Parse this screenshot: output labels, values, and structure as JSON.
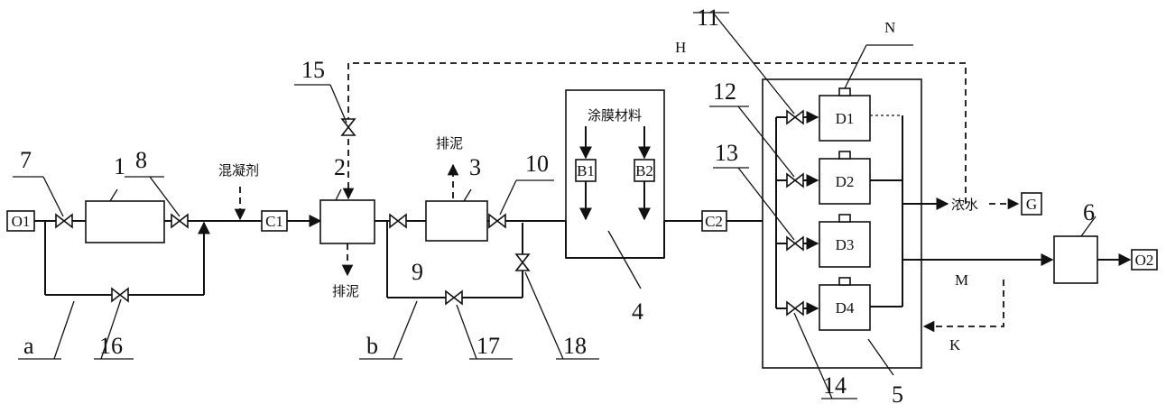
{
  "labels": {
    "o1": "O1",
    "o2": "O2",
    "c1": "C1",
    "c2": "C2",
    "b1": "B1",
    "b2": "B2",
    "g": "G",
    "d1": "D1",
    "d2": "D2",
    "d3": "D3",
    "d4": "D4",
    "h": "H",
    "n": "N",
    "m": "M",
    "k": "K",
    "coagulant": "混凝剂",
    "sludge_top": "排泥",
    "sludge_bottom": "排泥",
    "coating": "涂膜材料",
    "concentrate": "浓水"
  },
  "numbers": {
    "n1": "1",
    "n2": "2",
    "n3": "3",
    "n4": "4",
    "n5": "5",
    "n6": "6",
    "n7": "7",
    "n8": "8",
    "n9": "9",
    "n10": "10",
    "n11": "11",
    "n12": "12",
    "n13": "13",
    "n14": "14",
    "n15": "15",
    "n16": "16",
    "n17": "17",
    "n18": "18",
    "a": "a",
    "b": "b"
  }
}
